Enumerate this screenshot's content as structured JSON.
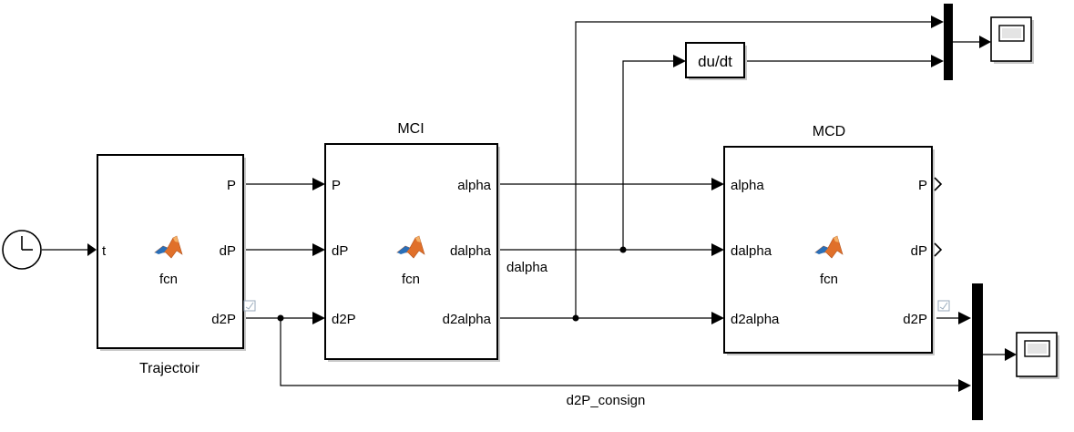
{
  "blocks": {
    "clock": {
      "name": ""
    },
    "trajectoir": {
      "name": "Trajectoir",
      "function": "fcn",
      "inputs": [
        "t"
      ],
      "outputs": [
        "P",
        "dP",
        "d2P"
      ]
    },
    "mci": {
      "name": "MCI",
      "function": "fcn",
      "inputs": [
        "P",
        "dP",
        "d2P"
      ],
      "outputs": [
        "alpha",
        "dalpha",
        "d2alpha"
      ]
    },
    "mcd": {
      "name": "MCD",
      "function": "fcn",
      "inputs": [
        "alpha",
        "dalpha",
        "d2alpha"
      ],
      "outputs": [
        "P",
        "dP",
        "d2P"
      ]
    },
    "derivative": {
      "label": "du/dt"
    }
  },
  "signals": {
    "dalpha": "dalpha",
    "d2p_consign": "d2P_consign"
  },
  "colors": {
    "line": "#000000",
    "matlab_orange": "#e0702a",
    "matlab_blue": "#2a6fb8"
  }
}
